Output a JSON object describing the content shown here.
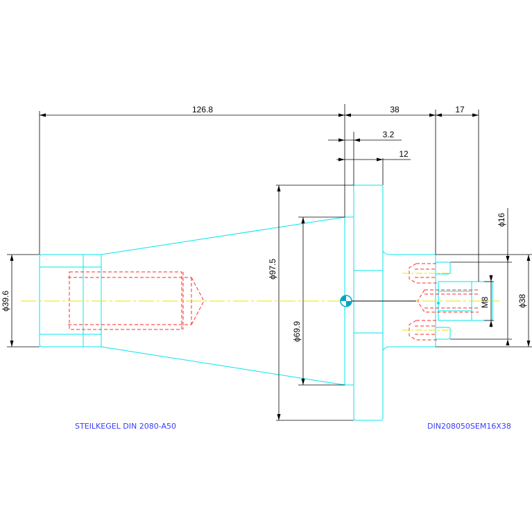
{
  "colors": {
    "background": "#ffffff",
    "outline": "#00e5ee",
    "hidden": "#ff2a2a",
    "centerline": "#e6e600",
    "dimension": "#000000",
    "title": "#3a3aff"
  },
  "dimensions": {
    "d_126_8": "126.8",
    "d_38_top": "38",
    "d_17": "17",
    "d_3_2": "3.2",
    "d_12": "12",
    "d_dia16": "ϕ16",
    "d_dia97_5": "ϕ97.5",
    "d_dia69_9": "ϕ69.9",
    "d_dia39_6": "ϕ39.6",
    "d_m8": "M8",
    "d_dia38": "ϕ38"
  },
  "labels": {
    "left_title": "STEILKEGEL DIN 2080-A50",
    "right_title": "DIN208050SEM16X38"
  }
}
